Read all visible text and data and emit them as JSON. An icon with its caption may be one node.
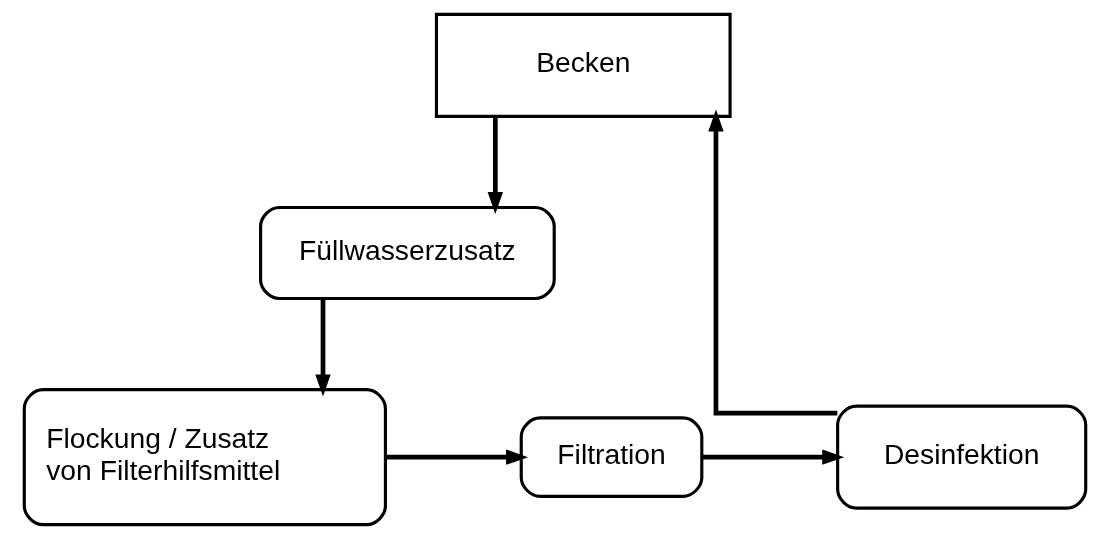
{
  "diagram": {
    "nodes": [
      {
        "text": [
          "Becken"
        ]
      },
      {
        "text": [
          "Füllwasserzusatz"
        ]
      },
      {
        "text": [
          "Flockung / Zusatz von Filterhilfsmittel"
        ]
      },
      {
        "text": [
          "Filtration"
        ]
      },
      {
        "text": [
          "Desinfektion"
        ]
      }
    ],
    "edges": [
      {
        "from": 0,
        "to": 1,
        "arrow": "to"
      },
      {
        "from": 1,
        "to": 2,
        "arrow": "to"
      },
      {
        "from": 2,
        "to": 3,
        "arrow": "to"
      },
      {
        "from": 3,
        "to": 4,
        "arrow": "to"
      },
      {
        "from": 4,
        "to": 0,
        "arrow": "to"
      }
    ]
  }
}
